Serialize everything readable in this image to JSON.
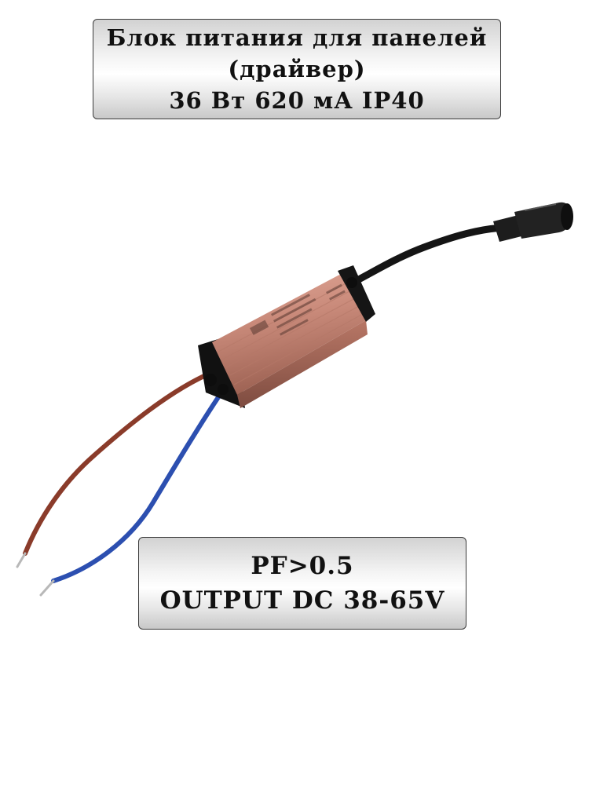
{
  "title_box": {
    "line1": "Блок питания для панелей",
    "line2": "(драйвер)",
    "line3": "36 Вт 620 мА IP40"
  },
  "spec_box": {
    "line1": "PF>0.5",
    "line2": "OUTPUT DC 38-65V"
  },
  "colors": {
    "housing": "#c98a7a",
    "housing_dark": "#8e5a4c",
    "brown_wire": "#8a3b2a",
    "blue_wire": "#2c4fb0",
    "black_cable": "#1a1a1a"
  }
}
